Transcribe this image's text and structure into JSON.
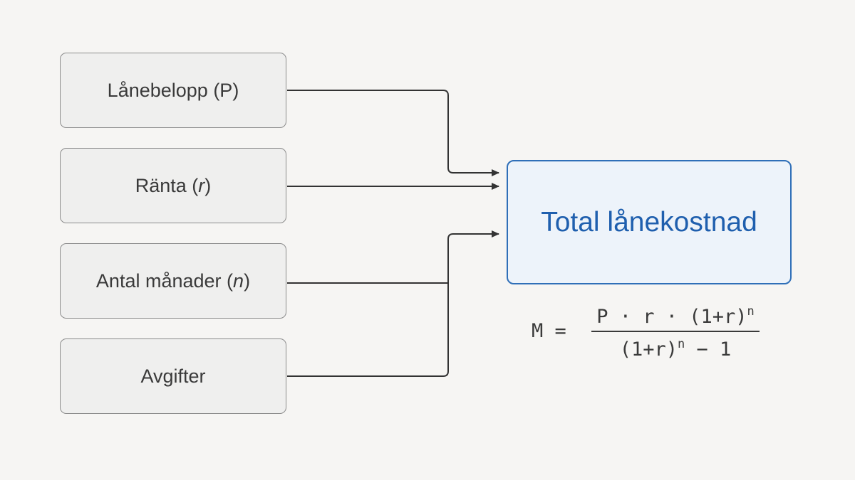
{
  "inputs": [
    {
      "text": "Lånebelopp (P)"
    },
    {
      "text": "Ränta (",
      "var": "r",
      "close": ")"
    },
    {
      "text": "Antal månader (",
      "var": "n",
      "close": ")"
    },
    {
      "text": "Avgifter"
    }
  ],
  "output": {
    "label": "Total lånekostnad"
  },
  "formula": {
    "lhs": "M =",
    "numerator_base": "P · r · (1+r)",
    "numerator_exp": "n",
    "denominator_base": "(1+r)",
    "denominator_exp": "n",
    "denominator_tail": " − 1"
  },
  "colors": {
    "accent": "#1f5fae",
    "connector": "#333333"
  }
}
